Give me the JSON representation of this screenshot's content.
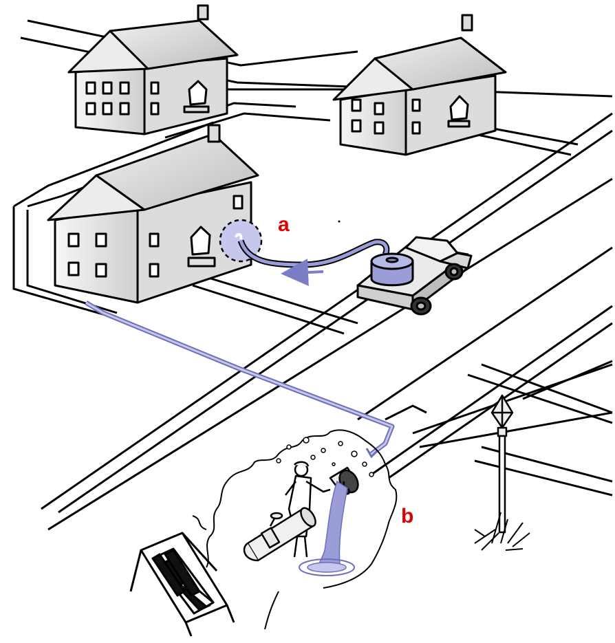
{
  "labels": {
    "a": "a",
    "b": "b"
  },
  "colors": {
    "label": "#e00000",
    "flow": "#9a9dd8",
    "flow_dark": "#6d70b8",
    "highlight": "#c5c7ec",
    "line": "#000000",
    "wall_shade": "#e6e6e6",
    "roof_shade": "#d9d9d9"
  },
  "icons": [
    "house",
    "pickup-truck",
    "water-tank",
    "hose",
    "manhole-marker",
    "excavation",
    "worker",
    "pipe",
    "valve",
    "barricade",
    "grass-tuft",
    "flow-arrow"
  ]
}
